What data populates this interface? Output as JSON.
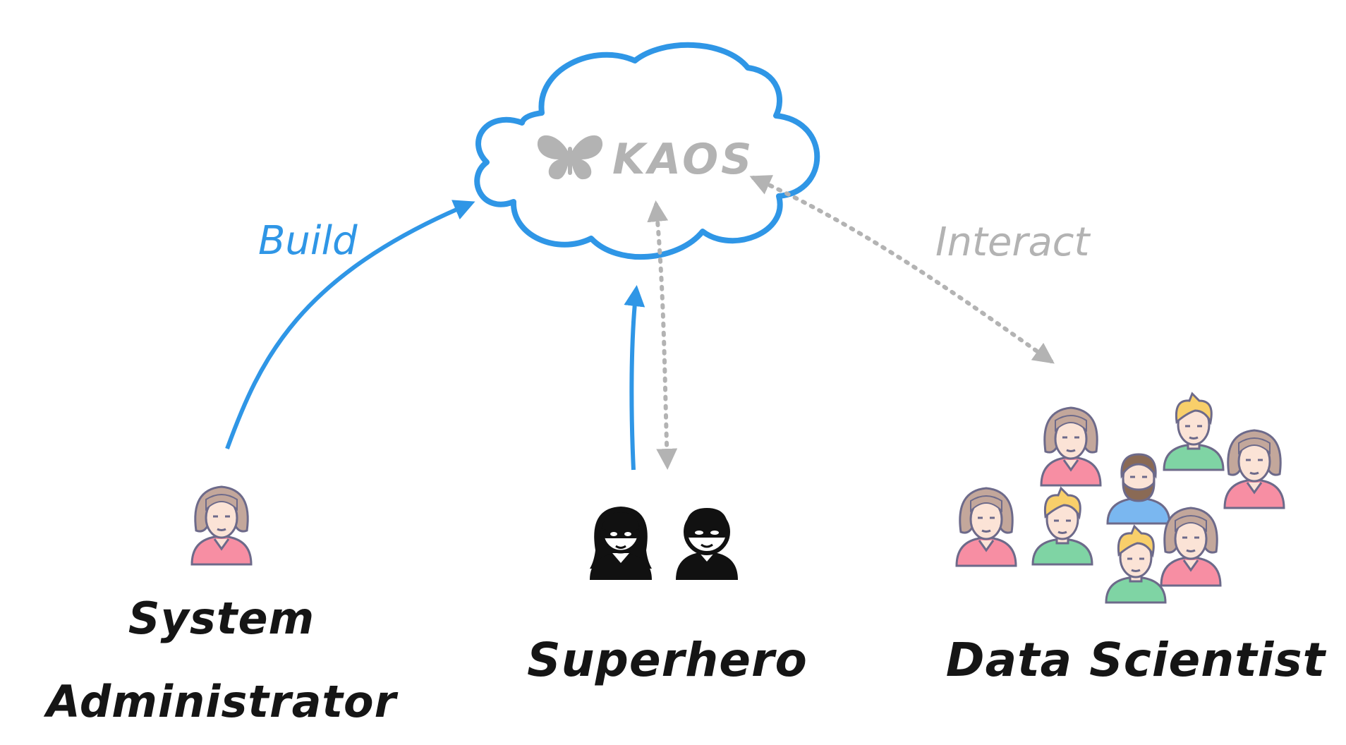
{
  "cloud": {
    "brand": "KAOS",
    "logo_icon": "butterfly-icon"
  },
  "edges": {
    "build": {
      "label": "Build",
      "color": "#2f96e6"
    },
    "interact": {
      "label": "Interact",
      "color": "#b8b8b8"
    }
  },
  "actors": {
    "system_administrator": {
      "label_line1": "System",
      "label_line2": "Administrator"
    },
    "superhero": {
      "label": "Superhero"
    },
    "data_scientist": {
      "label": "Data Scientist"
    }
  },
  "colors": {
    "accent_blue": "#2f96e6",
    "muted_gray": "#b3b3b3",
    "ink": "#151515"
  }
}
